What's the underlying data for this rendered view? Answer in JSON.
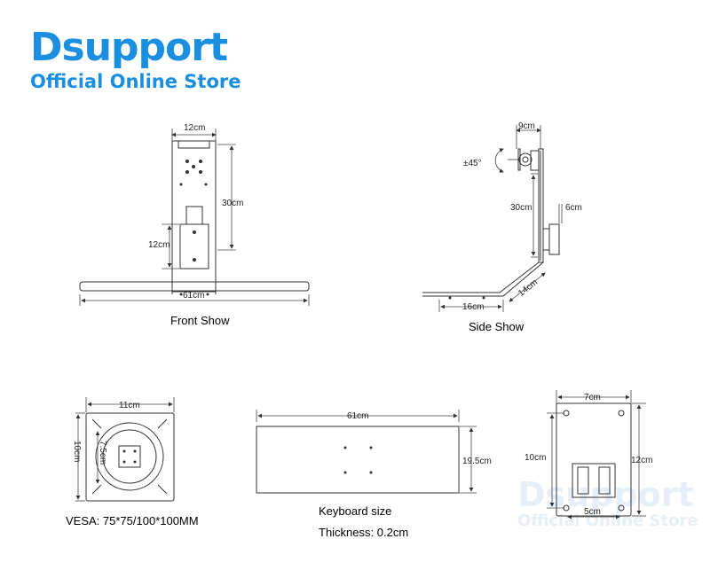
{
  "brand": {
    "name": "Dsupport",
    "tagline": "Official Online Store",
    "color": "#1a8fe0"
  },
  "watermark": {
    "name": "Dsupport",
    "tagline": "Official Online Store"
  },
  "front_view": {
    "caption": "Front Show",
    "top_width": "12cm",
    "height": "30cm",
    "plate_height": "12cm",
    "base_width": "61cm"
  },
  "side_view": {
    "caption": "Side Show",
    "top_width": "9cm",
    "tilt": "±45°",
    "height": "30cm",
    "offset": "6cm",
    "arm": "14cm",
    "base": "16cm"
  },
  "vesa": {
    "width": "11cm",
    "height": "10cm",
    "inner": "7.5cm",
    "caption": "VESA: 75*75/100*100MM"
  },
  "keyboard": {
    "width": "61cm",
    "depth": "19.5cm",
    "caption_size": "Keyboard size",
    "caption_thickness": "Thickness: 0.2cm"
  },
  "base_plate": {
    "width": "7cm",
    "inner_height": "10cm",
    "height": "12cm",
    "hole_spacing": "5cm"
  }
}
